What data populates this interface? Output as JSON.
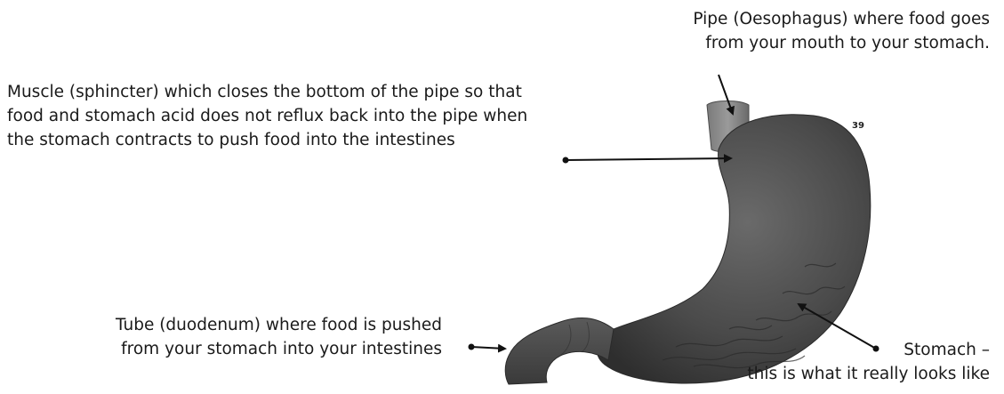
{
  "labels": {
    "oesophagus": {
      "line1": "Pipe (Oesophagus) where food goes",
      "line2": "from your mouth to your stomach."
    },
    "sphincter": {
      "line1": "Muscle (sphincter) which closes the bottom of the pipe so that",
      "line2": "food and stomach acid does not reflux back into the pipe when",
      "line3": "the stomach contracts to push food into the intestines"
    },
    "duodenum": {
      "line1": "Tube (duodenum) where food is pushed",
      "line2": "from your stomach into your intestines"
    },
    "stomach": {
      "line1": "Stomach –",
      "line2": "this is what it really looks like"
    }
  },
  "page_number": "39",
  "colors": {
    "organ_dark": "#3a3a3a",
    "organ_mid": "#5a5a5a",
    "organ_light": "#8a8a8a",
    "arrow": "#111111"
  }
}
